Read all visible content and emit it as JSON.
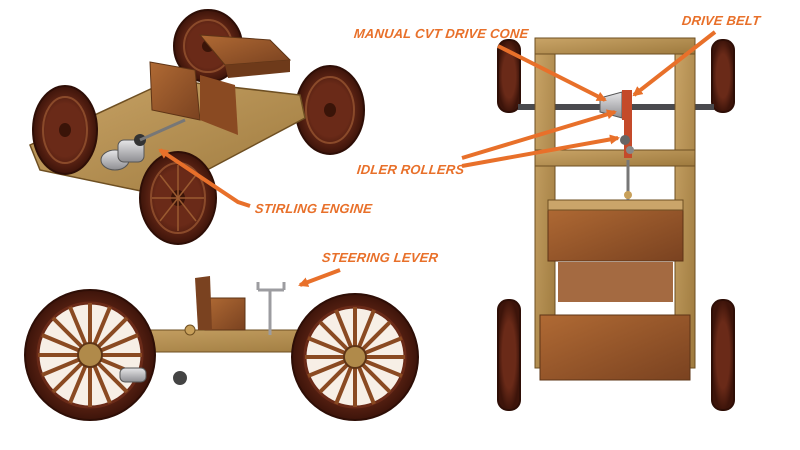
{
  "labels": {
    "cvt_cone": "MANUAL CVT DRIVE CONE",
    "drive_belt": "DRIVE BELT",
    "idler_rollers": "IDLER ROLLERS",
    "stirling_engine": "STIRLING ENGINE",
    "steering_lever": "STEERING LEVER"
  },
  "colors": {
    "callout": "#e8702a",
    "wood_light": "#b7924f",
    "wood_dark": "#8a5a2b",
    "wheel": "#5a2212",
    "metal": "#b5b5b8"
  }
}
